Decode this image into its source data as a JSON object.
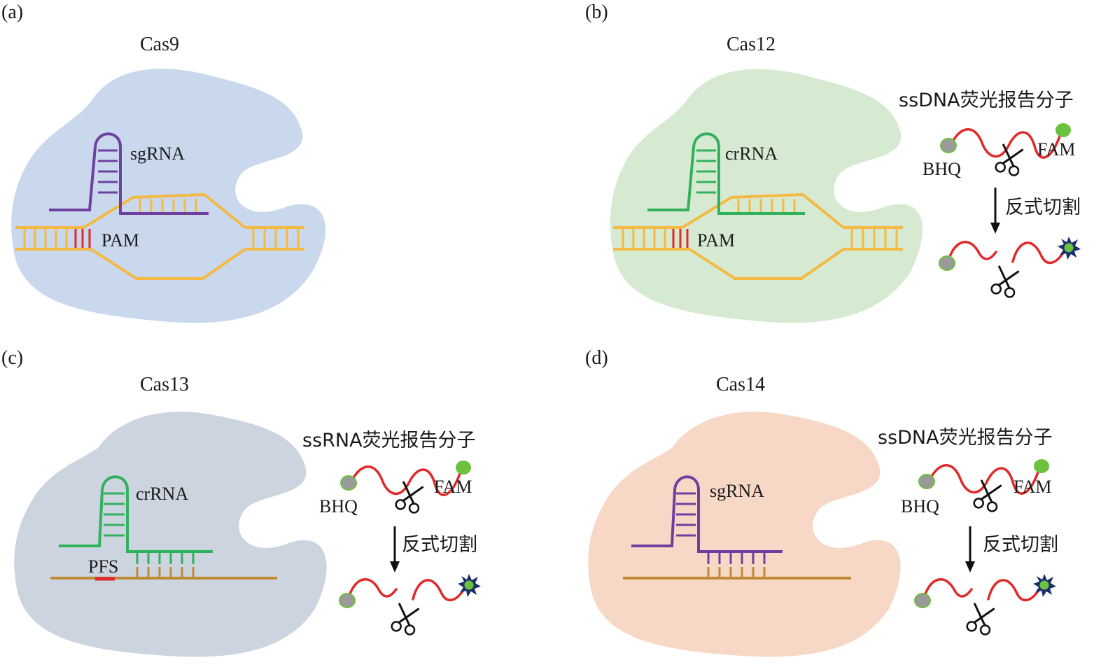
{
  "panels": {
    "a": {
      "letter": "(a)",
      "title": "Cas9",
      "guide": "sgRNA",
      "motif": "PAM"
    },
    "b": {
      "letter": "(b)",
      "title": "Cas12",
      "guide": "crRNA",
      "motif": "PAM",
      "reporter": "ssDNA荧光报告分子",
      "quencher": "BHQ",
      "fluor": "FAM",
      "process": "反式切割"
    },
    "c": {
      "letter": "(c)",
      "title": "Cas13",
      "guide": "crRNA",
      "motif": "PFS",
      "reporter": "ssRNA荧光报告分子",
      "quencher": "BHQ",
      "fluor": "FAM",
      "process": "反式切割"
    },
    "d": {
      "letter": "(d)",
      "title": "Cas14",
      "guide": "sgRNA",
      "reporter": "ssDNA荧光报告分子",
      "quencher": "BHQ",
      "fluor": "FAM",
      "process": "反式切割"
    }
  },
  "colors": {
    "blob_a": "#c9d8ec",
    "blob_b": "#d6ead2",
    "blob_c": "#ccd4df",
    "blob_d": "#f7d7c5",
    "purple": "#6f3fa0",
    "green": "#31b15b",
    "dsdna": "#f4b942",
    "target": "#c08a34",
    "red": "#e02a2a",
    "quencher": "#9a9a9a",
    "fam": "#6cc13f",
    "burst": "#1b2f6b"
  }
}
